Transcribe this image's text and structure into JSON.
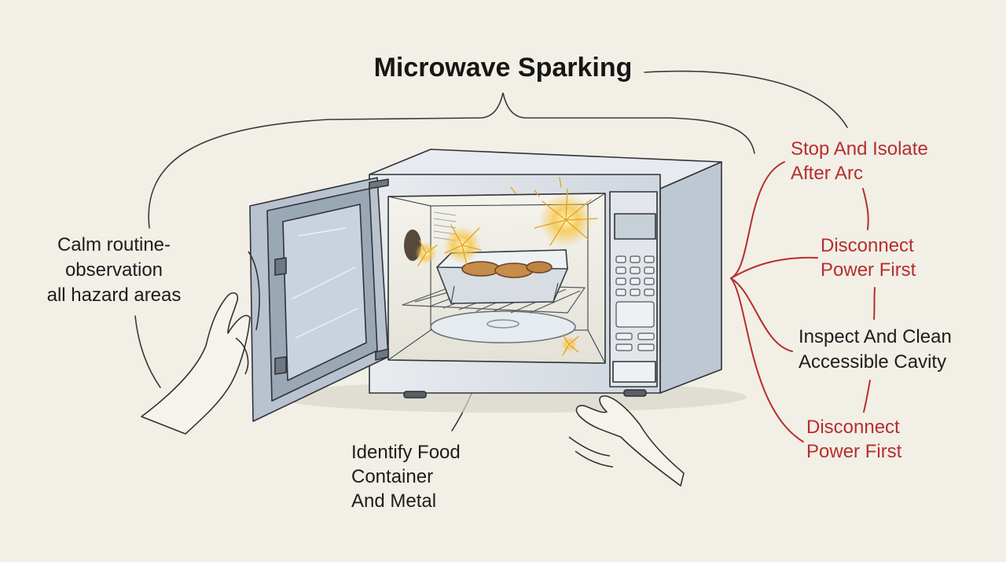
{
  "title": "Microwave Sparking",
  "labels": {
    "calm": [
      "Calm routine-",
      "observation",
      "all hazard areas"
    ],
    "identify": [
      "Identify Food",
      "Container",
      "And Metal"
    ],
    "stop": [
      "Stop And Isolate",
      "After Arc"
    ],
    "disconnect_1": [
      "Disconnect",
      "Power First"
    ],
    "inspect": [
      "Inspect And Clean",
      "Accessible Cavity"
    ],
    "disconnect_2": [
      "Disconnect",
      "Power First"
    ]
  },
  "colors": {
    "background": "#f1efe6",
    "text": "#1d1d1d",
    "accent_red": "#b72e2e",
    "spark": "#f2b43a",
    "door_glass": "#c9d3df"
  },
  "icons": [
    "microwave-illustration",
    "spark-icon",
    "hand-icon",
    "metal-container-icon"
  ]
}
